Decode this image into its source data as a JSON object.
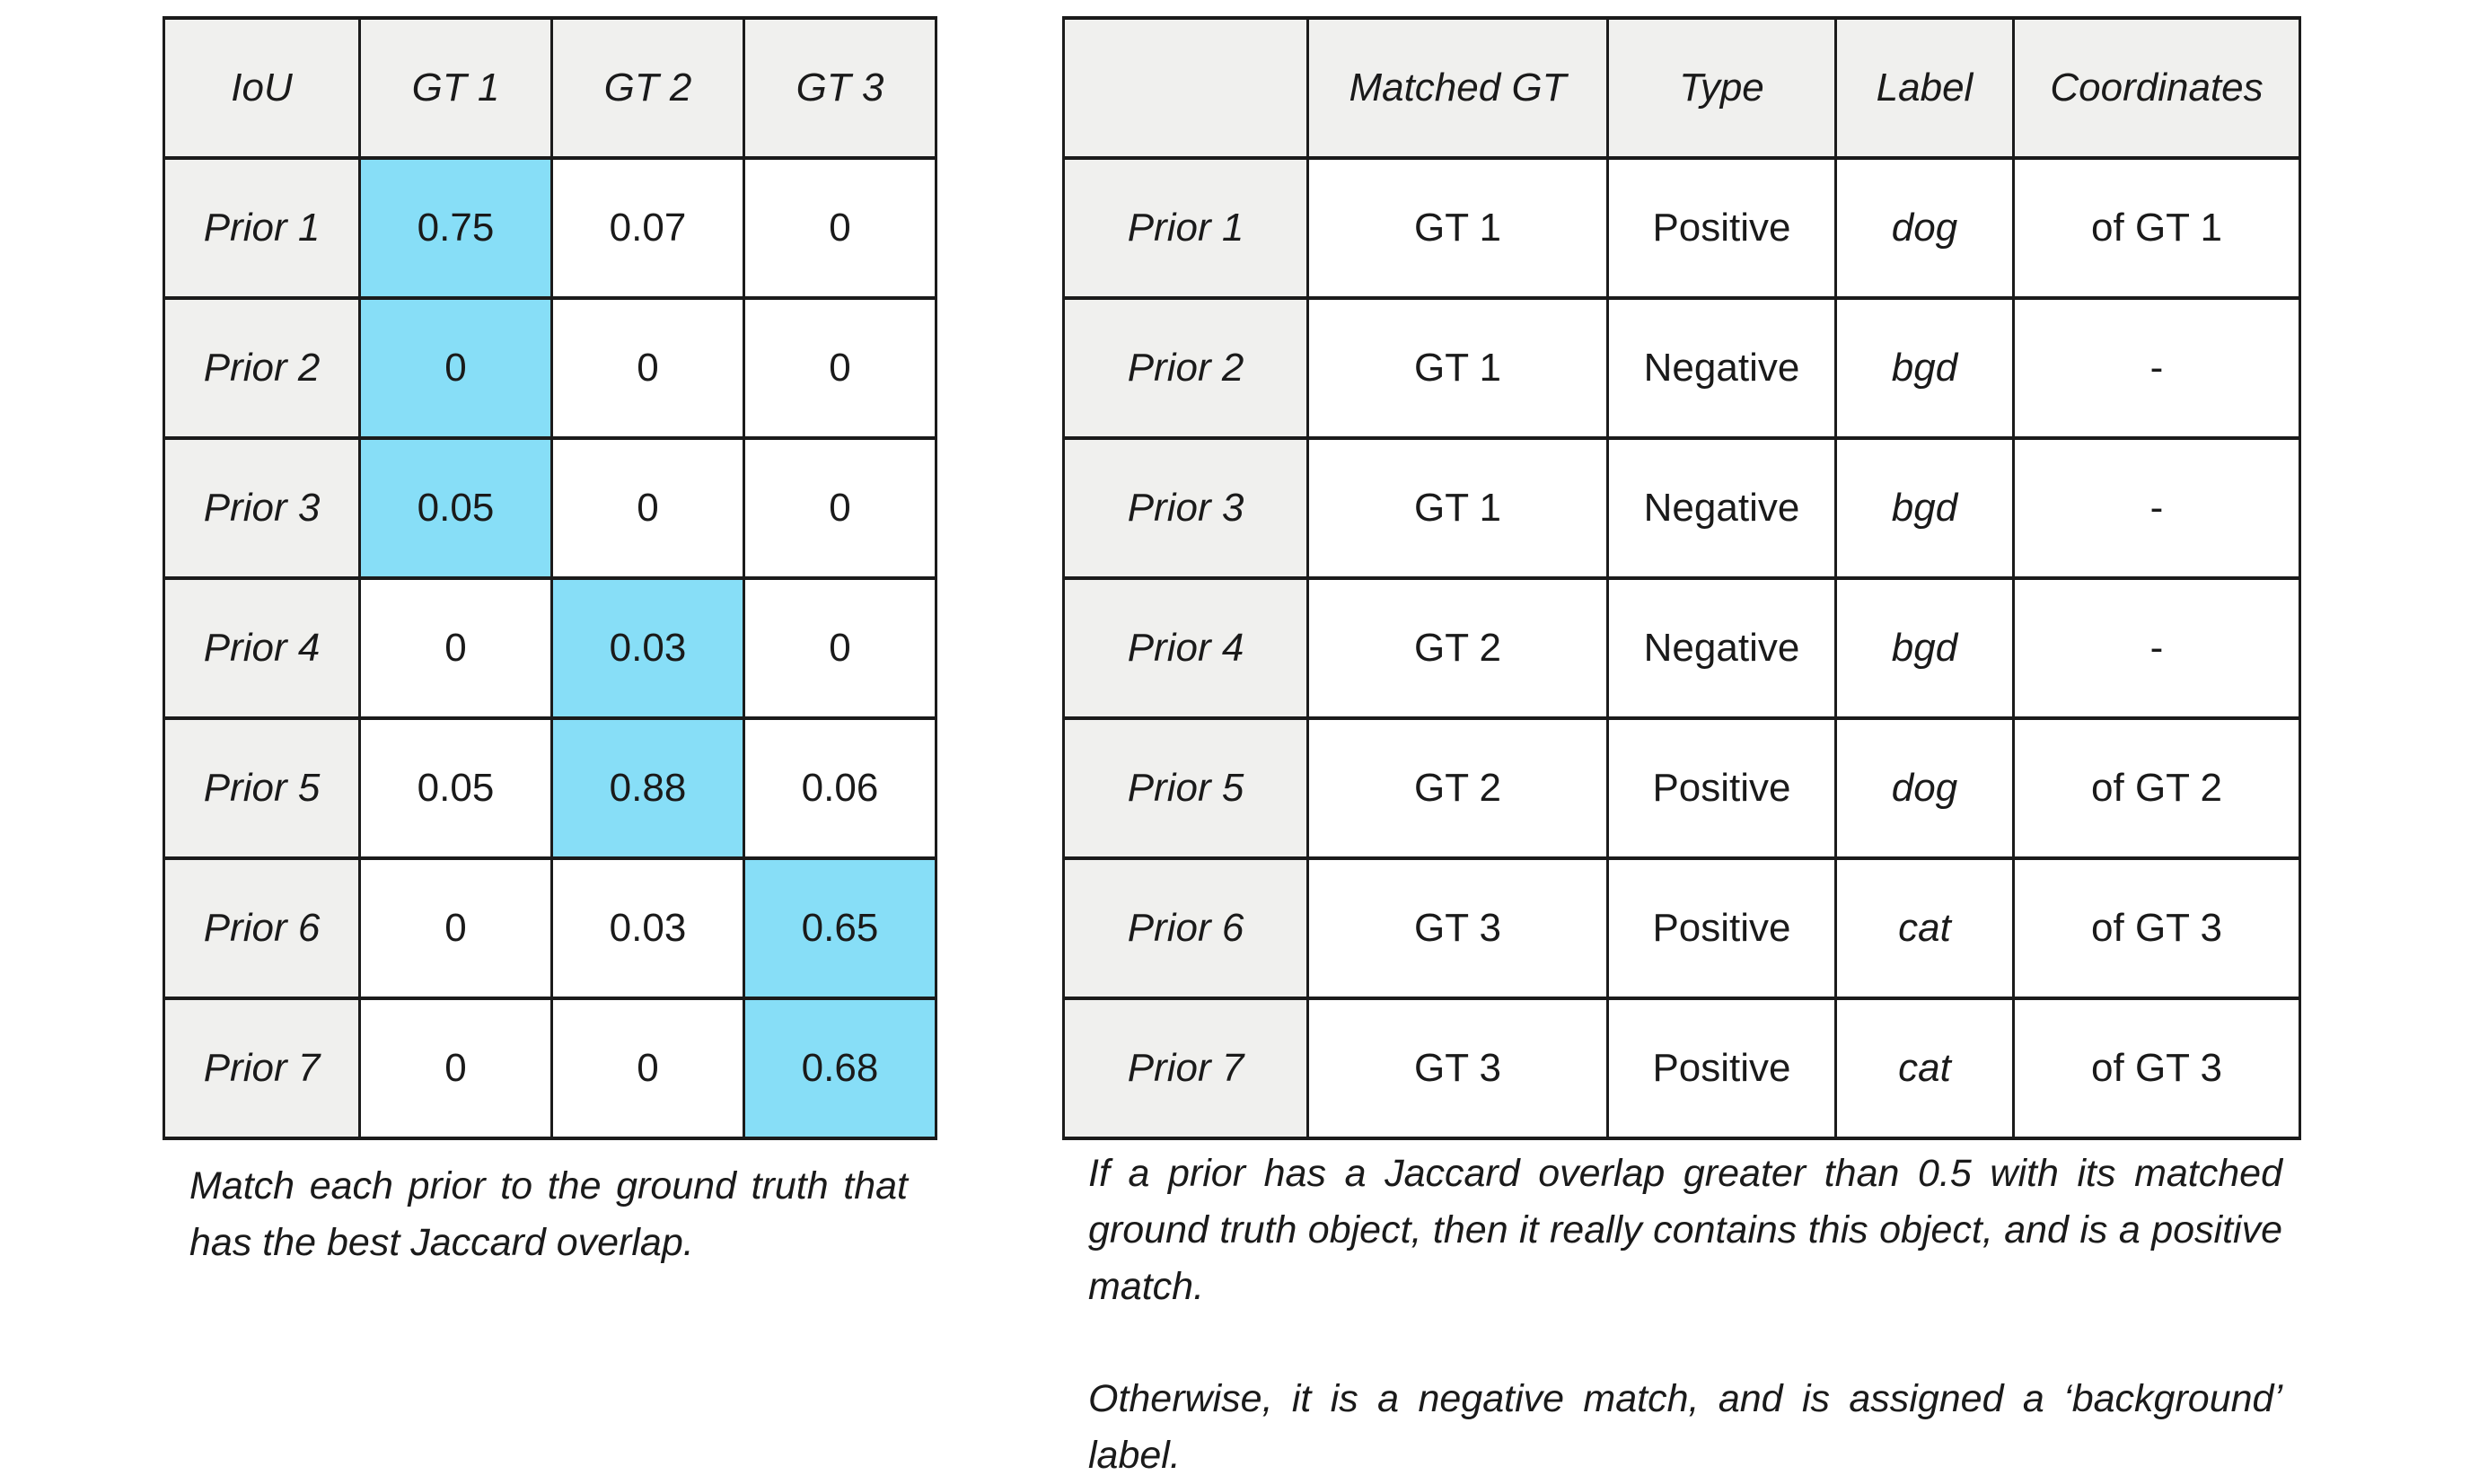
{
  "colors": {
    "highlight": "#87DEF7",
    "header_background": "#F0F0EE",
    "border": "#1B1B1B",
    "text": "#1A1A1A"
  },
  "left_table": {
    "corner_label": "IoU",
    "columns": [
      "GT 1",
      "GT 2",
      "GT 3"
    ],
    "rows": [
      {
        "label": "Prior 1",
        "values": [
          "0.75",
          "0.07",
          "0"
        ],
        "highlight_col": 0
      },
      {
        "label": "Prior 2",
        "values": [
          "0",
          "0",
          "0"
        ],
        "highlight_col": 0
      },
      {
        "label": "Prior 3",
        "values": [
          "0.05",
          "0",
          "0"
        ],
        "highlight_col": 0
      },
      {
        "label": "Prior 4",
        "values": [
          "0",
          "0.03",
          "0"
        ],
        "highlight_col": 1
      },
      {
        "label": "Prior 5",
        "values": [
          "0.05",
          "0.88",
          "0.06"
        ],
        "highlight_col": 1
      },
      {
        "label": "Prior 6",
        "values": [
          "0",
          "0.03",
          "0.65"
        ],
        "highlight_col": 2
      },
      {
        "label": "Prior 7",
        "values": [
          "0",
          "0",
          "0.68"
        ],
        "highlight_col": 2
      }
    ],
    "caption": "Match each prior to the ground truth that has the best Jaccard overlap."
  },
  "right_table": {
    "corner_label": "",
    "columns": [
      "Matched GT",
      "Type",
      "Label",
      "Coordinates"
    ],
    "rows": [
      {
        "label": "Prior 1",
        "matched_gt": "GT 1",
        "type": "Positive",
        "class_label": "dog",
        "coordinates": "of GT 1"
      },
      {
        "label": "Prior 2",
        "matched_gt": "GT 1",
        "type": "Negative",
        "class_label": "bgd",
        "coordinates": "-"
      },
      {
        "label": "Prior 3",
        "matched_gt": "GT 1",
        "type": "Negative",
        "class_label": "bgd",
        "coordinates": "-"
      },
      {
        "label": "Prior 4",
        "matched_gt": "GT 2",
        "type": "Negative",
        "class_label": "bgd",
        "coordinates": "-"
      },
      {
        "label": "Prior 5",
        "matched_gt": "GT 2",
        "type": "Positive",
        "class_label": "dog",
        "coordinates": "of GT 2"
      },
      {
        "label": "Prior 6",
        "matched_gt": "GT 3",
        "type": "Positive",
        "class_label": "cat",
        "coordinates": "of GT 3"
      },
      {
        "label": "Prior 7",
        "matched_gt": "GT 3",
        "type": "Positive",
        "class_label": "cat",
        "coordinates": "of GT 3"
      }
    ],
    "caption_p1": "If a prior has a Jaccard overlap greater than 0.5 with its matched ground truth object, then it really contains this object, and is a positive match.",
    "caption_p2": "Otherwise, it is a negative match, and is assigned a ‘background’ label."
  }
}
